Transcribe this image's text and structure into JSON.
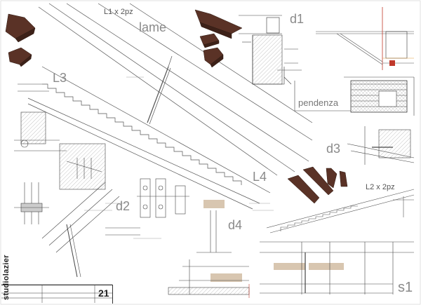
{
  "labels": {
    "l1": "L1 x 2pz",
    "lame": "lame",
    "l3": "L3",
    "d1": "d1",
    "pendenza": "pendenza",
    "l4": "L4",
    "d3": "d3",
    "l2": "L2 x 2pz",
    "d2": "d2",
    "d4": "d4",
    "s1": "s1"
  },
  "title_block": {
    "brand": "studiolazier",
    "sheet_number": "21"
  },
  "colors": {
    "rust": "#5a3226",
    "rust_light": "#8a5040",
    "line": "#444444",
    "hatch": "#9a9a9a",
    "beige": "#d8c6b0",
    "red": "#c0392b",
    "orange": "#e29a3b"
  }
}
